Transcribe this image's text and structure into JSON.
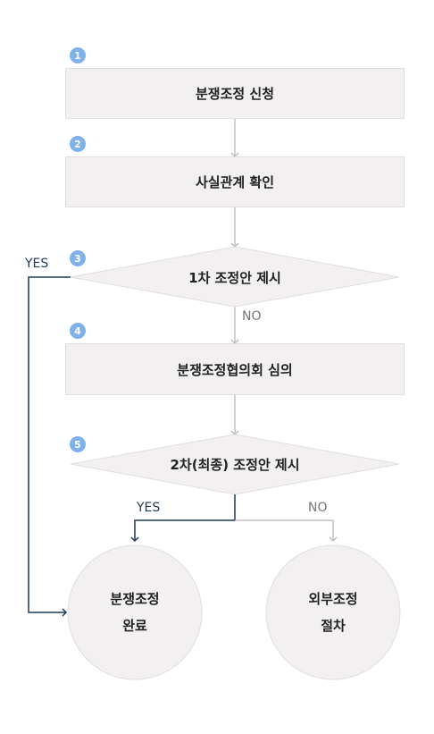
{
  "steps": {
    "s1": {
      "number": "1",
      "label": "분쟁조정 신청"
    },
    "s2": {
      "number": "2",
      "label": "사실관계 확인"
    },
    "s3": {
      "number": "3",
      "label": "1차 조정안 제시"
    },
    "s4": {
      "number": "4",
      "label": "분쟁조정협의회 심의"
    },
    "s5": {
      "number": "5",
      "label": "2차(최종) 조정안 제시"
    }
  },
  "branches": {
    "yes_left": "YES",
    "no_3": "NO",
    "yes_5": "YES",
    "no_5": "NO"
  },
  "outcomes": {
    "complete": {
      "line1": "분쟁조정",
      "line2": "완료"
    },
    "external": {
      "line1": "외부조정",
      "line2": "절차"
    }
  },
  "colors": {
    "step_badge": "#7fb2ea",
    "box_fill": "#f2f0f0",
    "connector_gray": "#b9b9b9",
    "connector_navy": "#1d3a5b"
  }
}
